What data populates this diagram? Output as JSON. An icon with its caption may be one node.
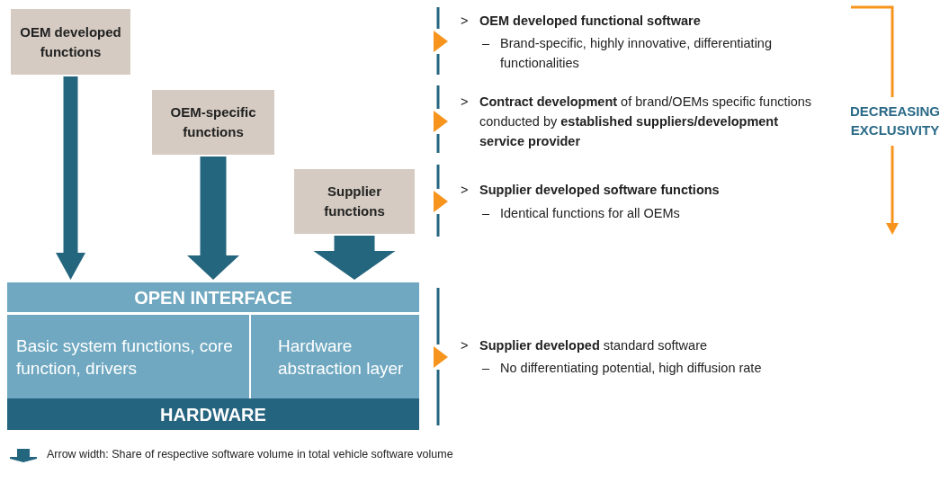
{
  "diagram": {
    "nodes": [
      {
        "text": [
          "OEM developed functions"
        ]
      },
      {
        "text": [
          "OEM-specific functions"
        ]
      },
      {
        "text": [
          "Supplier functions"
        ]
      },
      {
        "text": [
          "OPEN INTERFACE"
        ]
      },
      {
        "text": [
          "Basic system functions, core function, drivers"
        ]
      },
      {
        "text": [
          "Hardware abstraction layer"
        ]
      },
      {
        "text": [
          "HARDWARE"
        ]
      }
    ],
    "edges": [
      {
        "from": 0,
        "to": 3,
        "arrow": "to"
      },
      {
        "from": 1,
        "to": 3,
        "arrow": "to"
      },
      {
        "from": 2,
        "to": 3,
        "arrow": "to"
      }
    ],
    "labels": [
      ">",
      "OEM developed functional software",
      "–",
      "Brand-specific, highly innovative, differentiating functionalities",
      ">",
      "**Contract development** of brand/OEMs specific functions conducted by **established suppliers/development service provider**",
      ">",
      "Supplier developed software functions",
      "–",
      "Identical functions for all OEMs",
      "DECREASING EXCLUSIVITY",
      ">",
      "**Supplier developed** standard software",
      "–",
      "No differentiating potential, high diffusion rate"
    ],
    "legend": [
      {
        "text": "Arrow width: Share of respective software volume in total vehicle software volume"
      }
    ]
  }
}
